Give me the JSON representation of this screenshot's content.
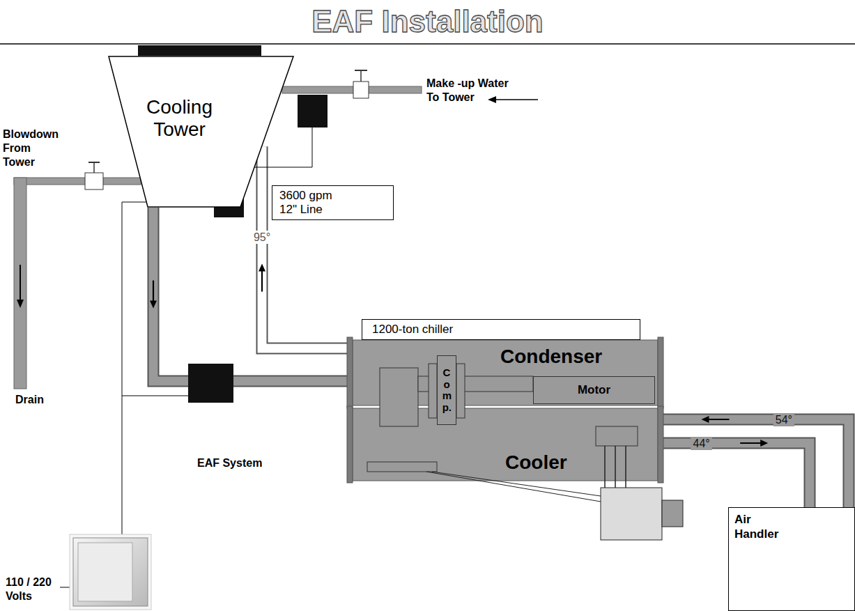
{
  "diagram": {
    "title": "EAF Installation",
    "nodes": [
      {
        "text": [
          "Cooling Tower"
        ]
      },
      {
        "text": [
          "3600 gpm 12\" Line"
        ]
      },
      {
        "text": [
          "1200-ton chiller"
        ]
      },
      {
        "text": [
          "Condenser"
        ]
      },
      {
        "text": [
          "Motor"
        ],
        "in": 3
      },
      {
        "text": [
          "Comp."
        ]
      },
      {
        "text": [
          "Cooler"
        ]
      },
      {
        "text": [
          "Air Handler"
        ]
      }
    ],
    "edges": [
      {
        "from": 0,
        "to": 3,
        "arrow": "to"
      },
      {
        "from": 3,
        "to": 0,
        "arrow": "to",
        "label": "95°"
      },
      {
        "from": 7,
        "to": 6,
        "arrow": "to",
        "label": "54°"
      },
      {
        "from": 6,
        "to": 7,
        "arrow": "to",
        "label": "44°"
      }
    ],
    "labels": [
      "Make -up Water To Tower",
      "Blowdown From Tower",
      "Drain",
      "EAF System",
      "110 / 220 Volts"
    ]
  }
}
